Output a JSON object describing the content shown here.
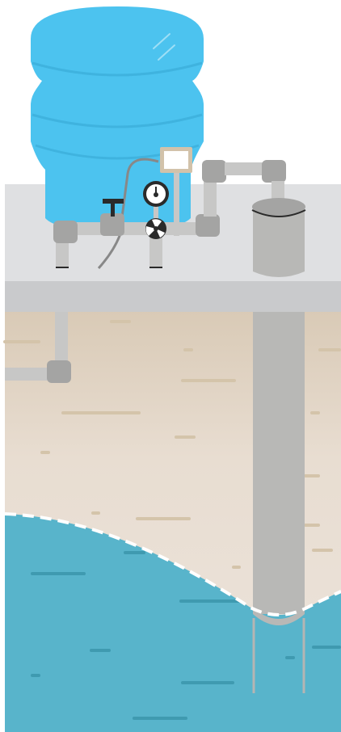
{
  "diagram": {
    "type": "well-water-system-illustration",
    "components": [
      "pressure-tank",
      "pressure-switch",
      "pressure-gauge",
      "shutoff-valve",
      "check-valve",
      "filter-canister",
      "well-casing",
      "supply-pipe"
    ]
  },
  "colors": {
    "tank": "#4cc3ef",
    "tank_band": "#3fb3df",
    "pipe": "#c7c7c6",
    "fitting": "#a4a4a3",
    "slab_top": "#dfe0e2",
    "slab_front": "#c9cacc",
    "soil_top": "#e0d3c3",
    "soil": "#ebe2d9",
    "soil_streak": "#d4c4aa",
    "water": "#58b4cb",
    "water_streak": "#3f9ab0",
    "casing": "#b8b8b6",
    "dark": "#2a2a2a"
  }
}
